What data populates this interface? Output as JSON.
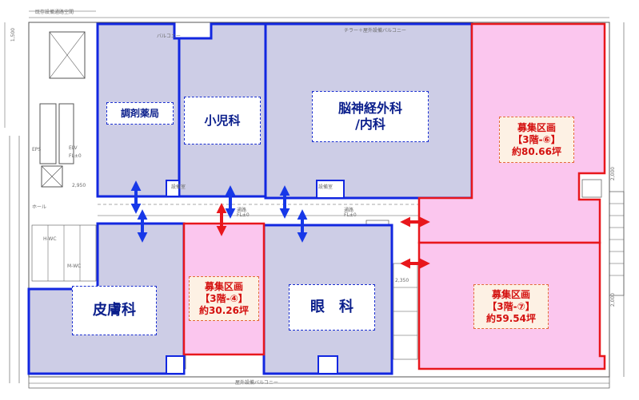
{
  "header": {
    "top_left": "既存設備通路空間",
    "top_right": "チラー＋屋外設備バルコニー"
  },
  "rooms": [
    {
      "id": "pharmacy",
      "kind": "tenant",
      "lines": [
        "調剤薬局"
      ]
    },
    {
      "id": "pediatrics",
      "kind": "tenant",
      "lines": [
        "小児科"
      ]
    },
    {
      "id": "neurosurgery",
      "kind": "tenant",
      "lines": [
        "脳神経外科",
        "/内科"
      ]
    },
    {
      "id": "dermatology",
      "kind": "tenant",
      "lines": [
        "皮膚科"
      ]
    },
    {
      "id": "ophthalmology",
      "kind": "tenant",
      "lines": [
        "眼　科"
      ]
    },
    {
      "id": "vacancy-6",
      "kind": "vacancy",
      "lines": [
        "募集区画",
        "【3階-⑥】",
        "約80.66坪"
      ]
    },
    {
      "id": "vacancy-4",
      "kind": "vacancy",
      "lines": [
        "募集区画",
        "【3階-④】",
        "約30.26坪"
      ]
    },
    {
      "id": "vacancy-7",
      "kind": "vacancy",
      "lines": [
        "募集区画",
        "【3階-⑦】",
        "約59.54坪"
      ]
    }
  ],
  "labels": {
    "corridor": "通路",
    "fl": "FL±0",
    "elv": "ELV",
    "hall": "ホール",
    "eps": "EPS",
    "equipment": "設備室",
    "balcony_bottom": "屋外設備バルコニー",
    "balcony_top": "バルコニー",
    "dim_1500": "1,500",
    "dim_2950": "2,950",
    "dim_2350": "2,350",
    "dim_2000": "2,000",
    "wc_m": "M-WC",
    "wc_h": "H-WC"
  },
  "colors": {
    "tenant_fill": "#cdcde6",
    "tenant_border": "#1227e0",
    "vacancy_fill": "#fbc6ee",
    "vacancy_border": "#e8171c",
    "arrow_blue": "#1738e8",
    "arrow_red": "#e8171c"
  }
}
